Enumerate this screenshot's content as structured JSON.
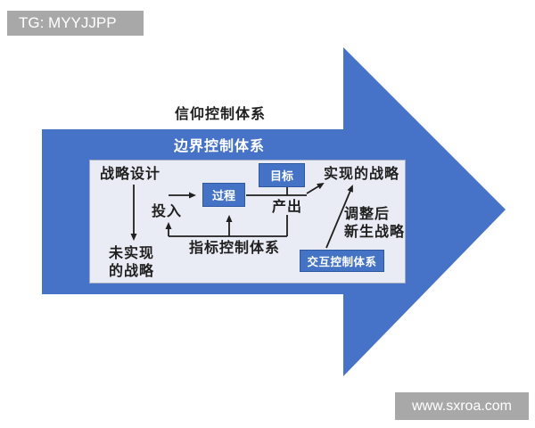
{
  "watermarks": {
    "tg_badge": "TG: MYYJJPP",
    "website_badge": "www.sxroa.com"
  },
  "labels": {
    "belief_system": "信仰控制体系",
    "boundary_system": "边界控制体系",
    "strategy_design": "战略设计",
    "process": "过程",
    "goal": "目标",
    "input": "投入",
    "output": "产出",
    "realized_strategy": "实现的战略",
    "adjusted_strategy": "调整后\n新生战略",
    "unrealized_strategy": "未实现\n的战略",
    "indicator_system": "指标控制体系",
    "interactive_system": "交互控制体系"
  },
  "colors": {
    "arrow_blue": "#4673c8",
    "box_blue": "#4472c4",
    "box_border": "#2f5aa0",
    "panel_bg": "#e9ecf4",
    "panel_border": "#9fa9bf",
    "badge_gray": "#a8a8a8",
    "text_dark": "#1f1f1f"
  }
}
